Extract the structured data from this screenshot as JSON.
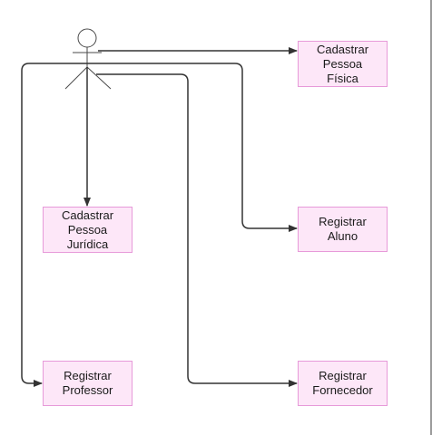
{
  "actor": {
    "icon": "stick-figure-actor-icon"
  },
  "nodes": {
    "cadastrar_pessoa_fisica": "Cadastrar\nPessoa\nFísica",
    "cadastrar_pessoa_juridica": "Cadastrar\nPessoa\nJurídica",
    "registrar_aluno": "Registrar\nAluno",
    "registrar_professor": "Registrar\nProfessor",
    "registrar_fornecedor": "Registrar\nFornecedor"
  },
  "colors": {
    "node_fill": "#fde7f8",
    "node_border": "#e79ad9",
    "connector": "#333333",
    "frame_border": "#9b9b9b"
  }
}
